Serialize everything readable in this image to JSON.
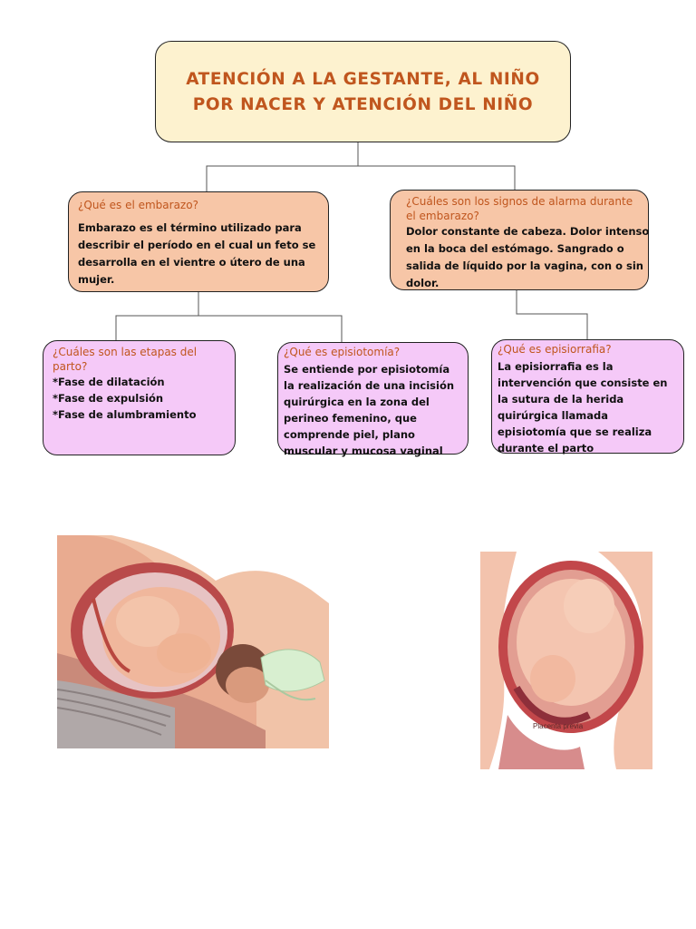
{
  "title": {
    "line1": "ATENCIÓN A LA GESTANTE, AL NIÑO",
    "line2": "POR NACER Y ATENCIÓN DEL NIÑO"
  },
  "nodes": {
    "embarazo": {
      "question": "¿Qué es el embarazo?",
      "answer": "Embarazo es el término utilizado para describir el período en el cual un feto se desarrolla en el vientre o útero de una mujer."
    },
    "signos": {
      "question": "¿Cuáles son los signos de alarma durante el embarazo?",
      "answer": "Dolor constante de cabeza. Dolor intenso en la boca del estómago. Sangrado o salida de líquido por la vagina, con o sin dolor."
    },
    "etapas": {
      "question": "¿Cuáles son las etapas del parto?",
      "items": [
        "*Fase de dilatación",
        "*Fase de expulsión",
        "*Fase de alumbramiento"
      ]
    },
    "episiotomia": {
      "question": "¿Qué es episiotomía?",
      "answer": "Se entiende por episiotomía la realización de una incisión quirúrgica en la zona del perineo femenino, que comprende piel, plano muscular y mucosa vaginal"
    },
    "episiorrafia": {
      "question": "¿Qué es episiorrafia?",
      "answer": "La episiorrafia es la intervención que consiste en la sutura de la herida quirúrgica llamada episiotomía que se realiza durante el parto"
    }
  },
  "images": {
    "right_caption": "Placenta previa"
  }
}
